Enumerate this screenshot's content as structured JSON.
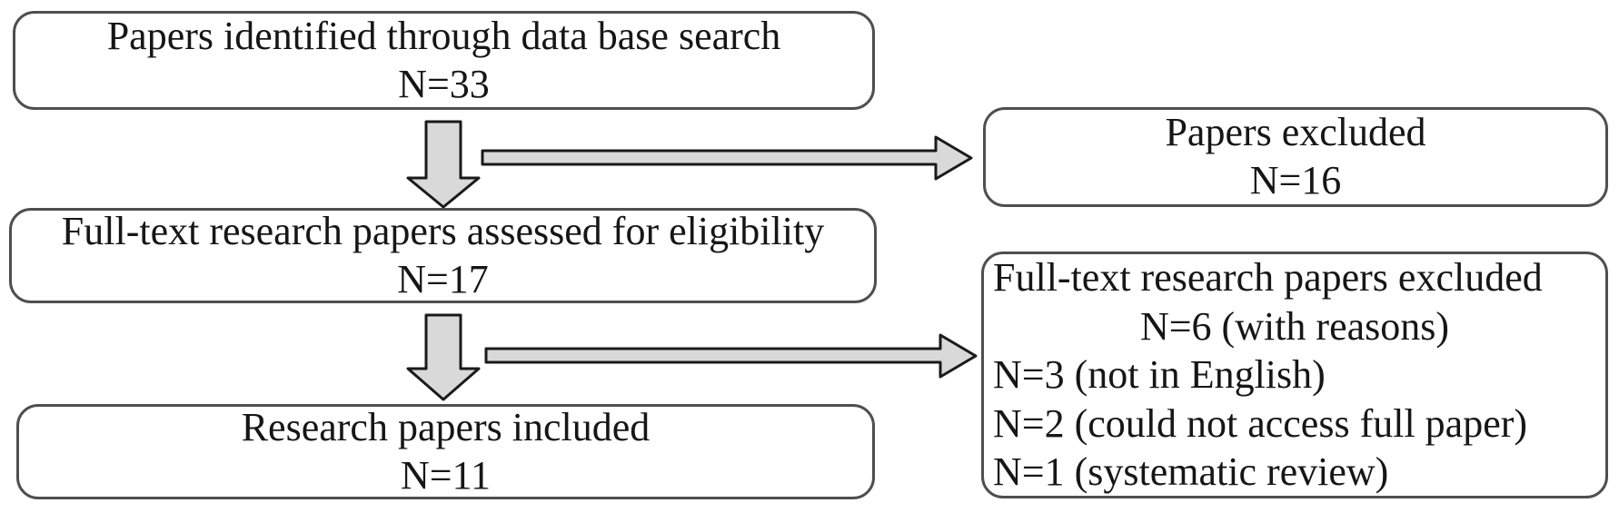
{
  "colors": {
    "background": "#ffffff",
    "box_border": "#4f4f4f",
    "text": "#161616",
    "arrow_fill": "#d9d9d9",
    "arrow_outline": "#1a1a1a"
  },
  "boxes": {
    "identified": {
      "label": "Papers identified through data base search",
      "count": "N=33"
    },
    "excluded": {
      "label": "Papers excluded",
      "count": "N=16"
    },
    "assessed": {
      "label": "Full-text research papers assessed for eligibility",
      "count": "N=17"
    },
    "fulltext_excluded": {
      "label": "Full-text research papers excluded",
      "count": "N=6 (with reasons)",
      "reasons": [
        "N=3 (not in English)",
        "N=2 (could not access full paper)",
        "N=1 (systematic review)"
      ]
    },
    "included": {
      "label": "Research papers included",
      "count": "N=11"
    }
  },
  "icons": {
    "down_arrow_1": "block-arrow-down",
    "right_arrow_1": "block-arrow-right",
    "down_arrow_2": "block-arrow-down",
    "right_arrow_2": "block-arrow-right"
  }
}
